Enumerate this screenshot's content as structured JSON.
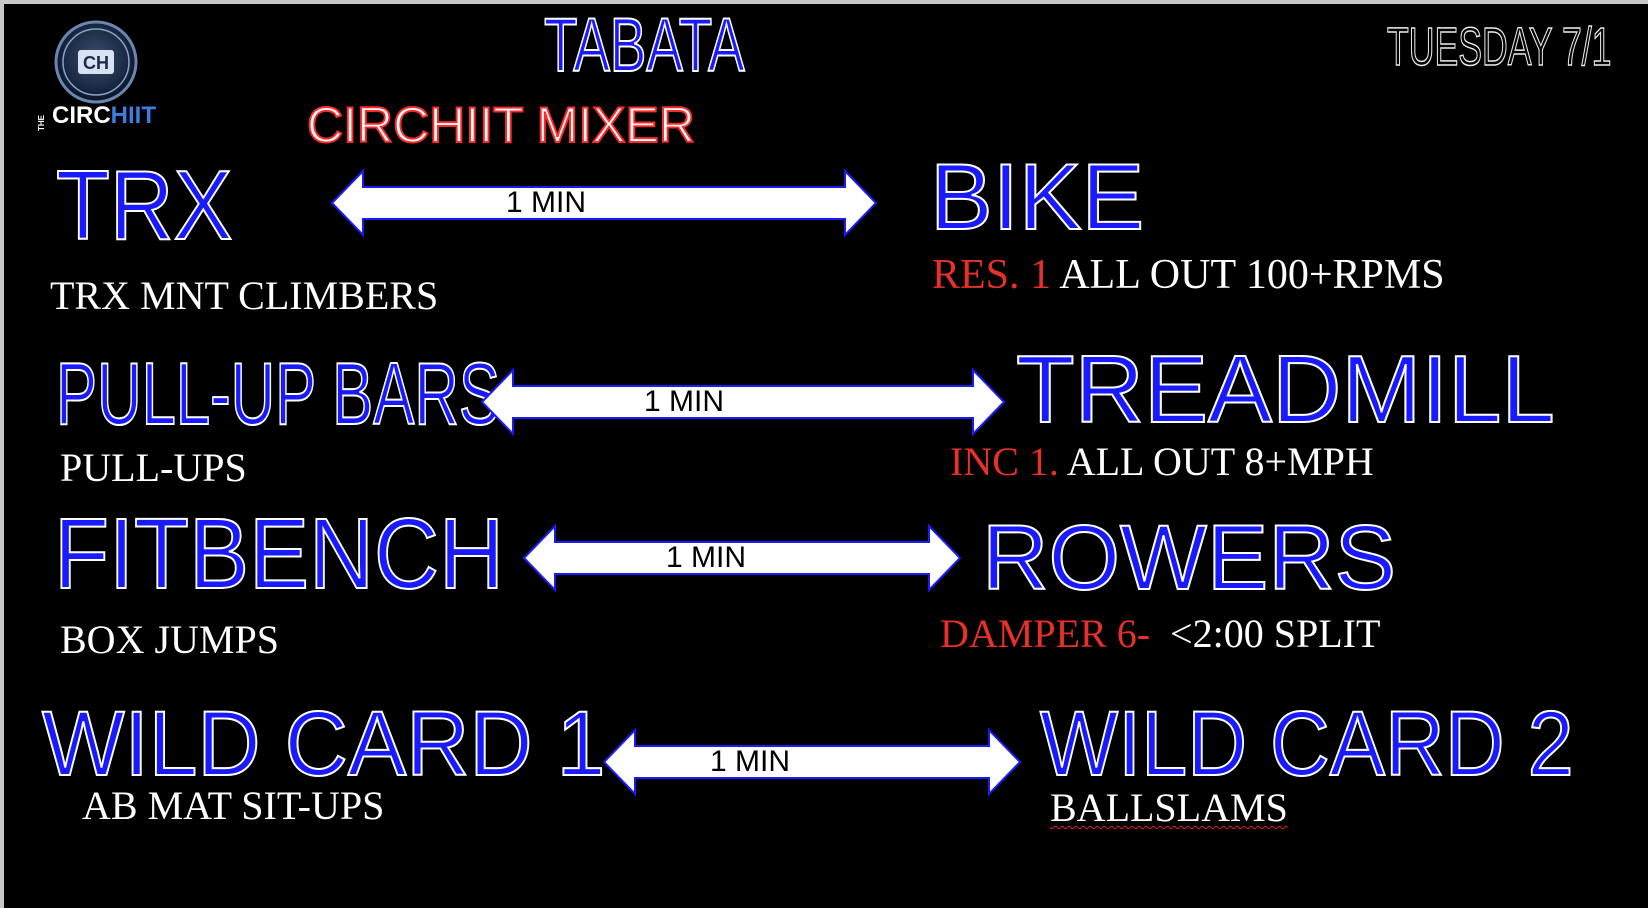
{
  "header": {
    "title": "TABATA",
    "subtitle": "CIRCHIIT MIXER",
    "date": "TUESDAY 7/1",
    "logo": {
      "text_top": "THE",
      "text_main": "CIRC",
      "text_accent": "HIIT",
      "badge": "CH"
    }
  },
  "stations": [
    {
      "left": {
        "name": "TRX",
        "exercise": "TRX MNT CLIMBERS"
      },
      "duration": "1 MIN",
      "right": {
        "name": "BIKE",
        "setting": "RES. 1",
        "exercise": "ALL OUT 100+RPMS"
      }
    },
    {
      "left": {
        "name": "PULL-UP BARS",
        "exercise": "PULL-UPS"
      },
      "duration": "1 MIN",
      "right": {
        "name": "TREADMILL",
        "setting": "INC 1.",
        "exercise": "ALL OUT 8+MPH"
      }
    },
    {
      "left": {
        "name": "FITBENCH",
        "exercise": "BOX JUMPS"
      },
      "duration": "1 MIN",
      "right": {
        "name": "ROWERS",
        "setting": "DAMPER 6-",
        "exercise": "<2:00 SPLIT"
      }
    },
    {
      "left": {
        "name": "WILD CARD 1",
        "exercise": "AB MAT SIT-UPS"
      },
      "duration": "1 MIN",
      "right": {
        "name": "WILD CARD 2",
        "exercise": "BALLSLAMS"
      }
    }
  ],
  "colors": {
    "station_blue": "#1a1aff",
    "setting_red": "#e8302a",
    "background": "#000000"
  }
}
